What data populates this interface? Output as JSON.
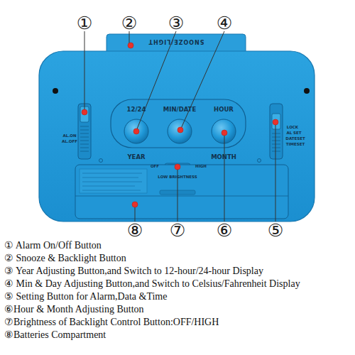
{
  "diagram": {
    "labels": [
      "①",
      "②",
      "③",
      "④",
      "SNOOZE/LIGHT",
      "AL.ON",
      "AL.OFF",
      "12/24",
      "MIN/DATE",
      "HOUR",
      "YEAR",
      "MONTH",
      "LOCK",
      "AL SET",
      "DATESET",
      "TIMESET",
      "OFF",
      "HIGH",
      "LOW BRIGHTNESS",
      "⑧",
      "⑦",
      "⑥",
      "⑤",
      "① Alarm On/Off Button",
      "② Snooze & Backlight Button",
      "③ Year Adjusting Button,and Switch to 12-hour/24-hour Display",
      "④ Min & Day Adjusting Button,and Switch to Celsius/Fahrenheit Display",
      "⑤ Setting Button for Alarm,Data &Time",
      "⑥Hour & Month Adjusting Button",
      "⑦Brightness of Backlight Control Button:OFF/HIGH",
      "⑧Batteries Compartment"
    ]
  }
}
